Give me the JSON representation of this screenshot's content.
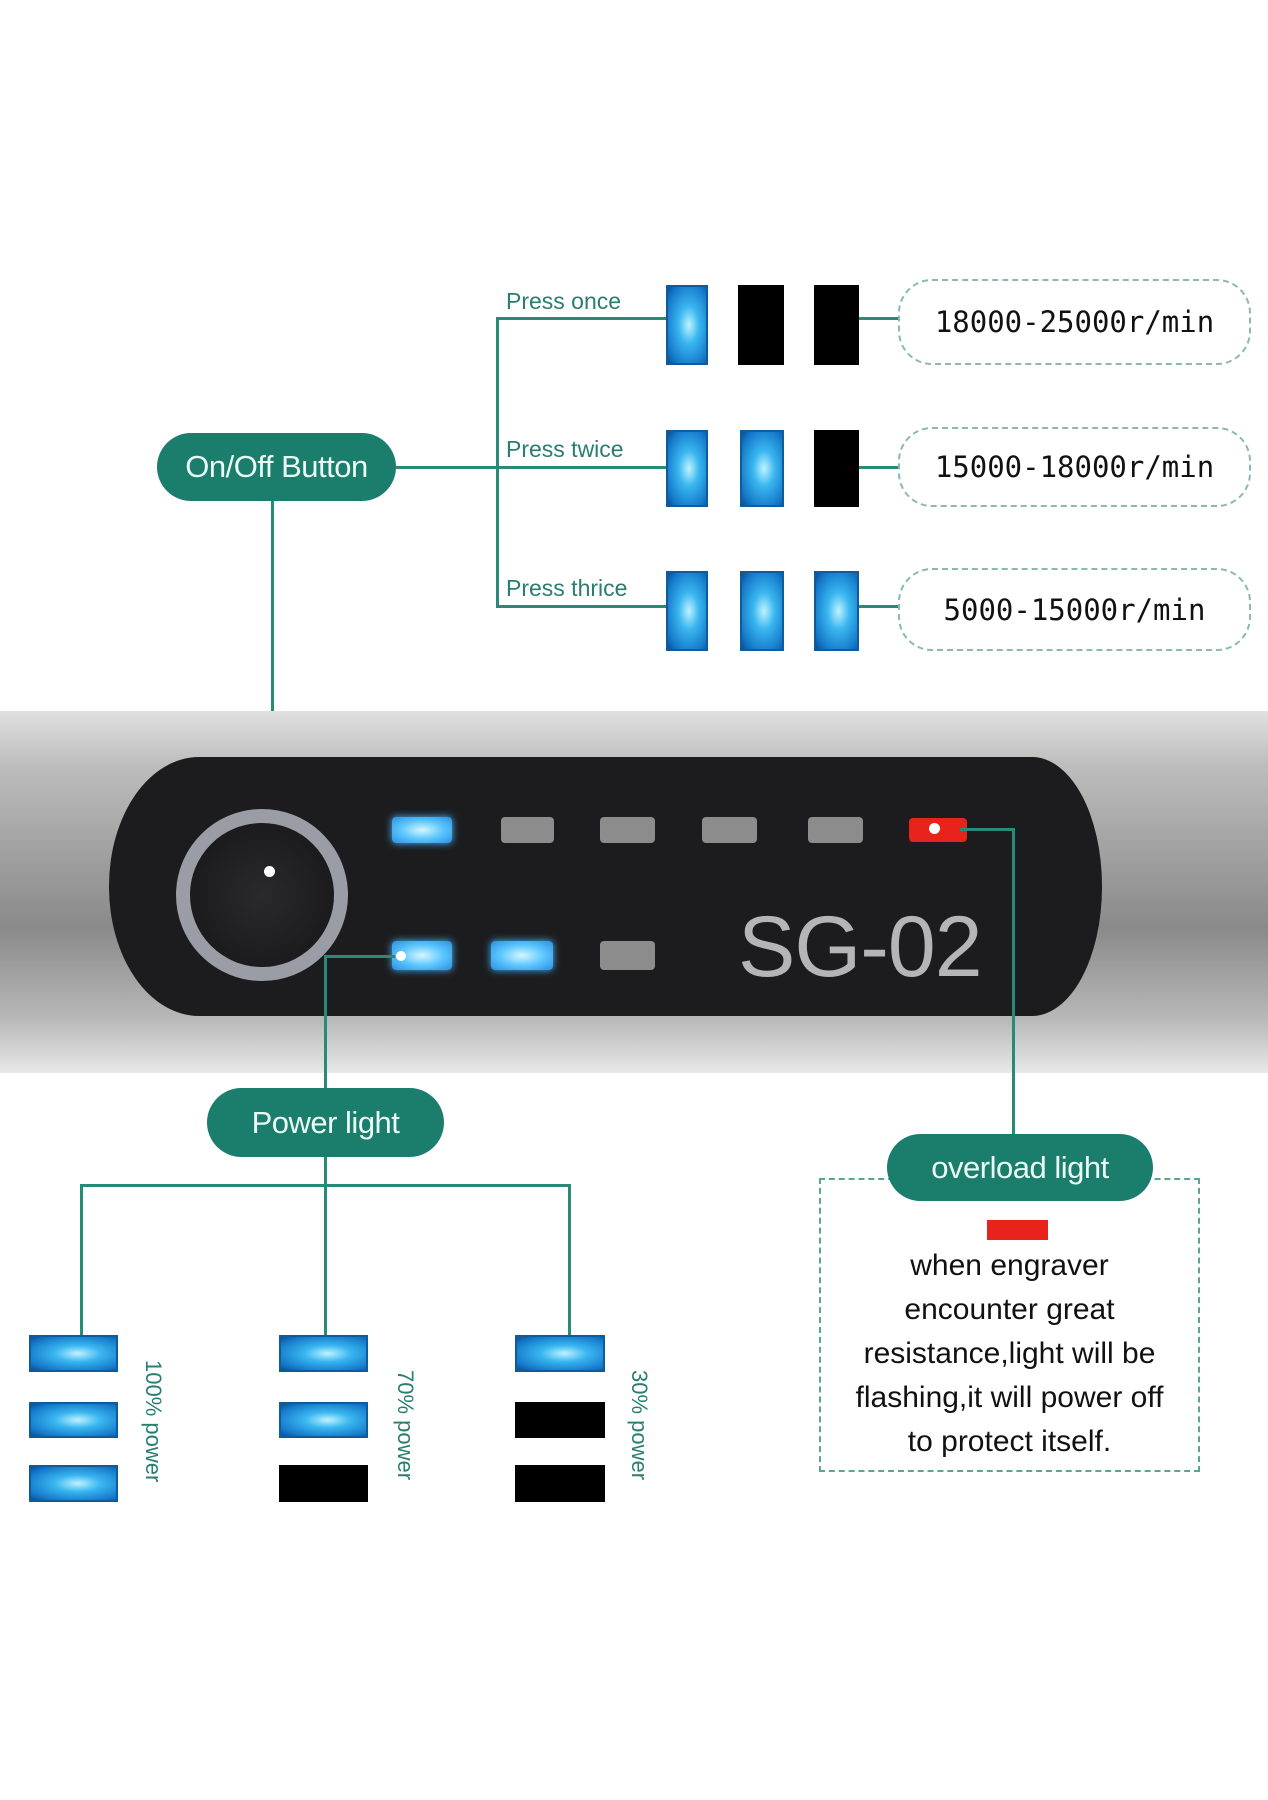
{
  "on_off": {
    "label": "On/Off Button"
  },
  "speed_modes": [
    {
      "press": "Press once",
      "leds": [
        1,
        0,
        0
      ],
      "speed": "18000-25000r/min"
    },
    {
      "press": "Press twice",
      "leds": [
        1,
        1,
        0
      ],
      "speed": "15000-18000r/min"
    },
    {
      "press": "Press thrice",
      "leds": [
        1,
        1,
        1
      ],
      "speed": "5000-15000r/min"
    }
  ],
  "device": {
    "model": "SG-02"
  },
  "power_light": {
    "label": "Power light"
  },
  "power_levels": [
    {
      "label": "100% power",
      "leds": [
        1,
        1,
        1
      ]
    },
    {
      "label": "70% power",
      "leds": [
        1,
        1,
        0
      ]
    },
    {
      "label": "30% power",
      "leds": [
        1,
        0,
        0
      ]
    }
  ],
  "overload": {
    "label": "overload light",
    "description_lines": [
      "when engraver",
      "encounter great",
      "resistance,light will be",
      "flashing,it will power off",
      "to protect itself."
    ],
    "color": "#e8231c"
  },
  "colors": {
    "teal": "#1b7d6c",
    "led_blue": "#39b6f0"
  }
}
